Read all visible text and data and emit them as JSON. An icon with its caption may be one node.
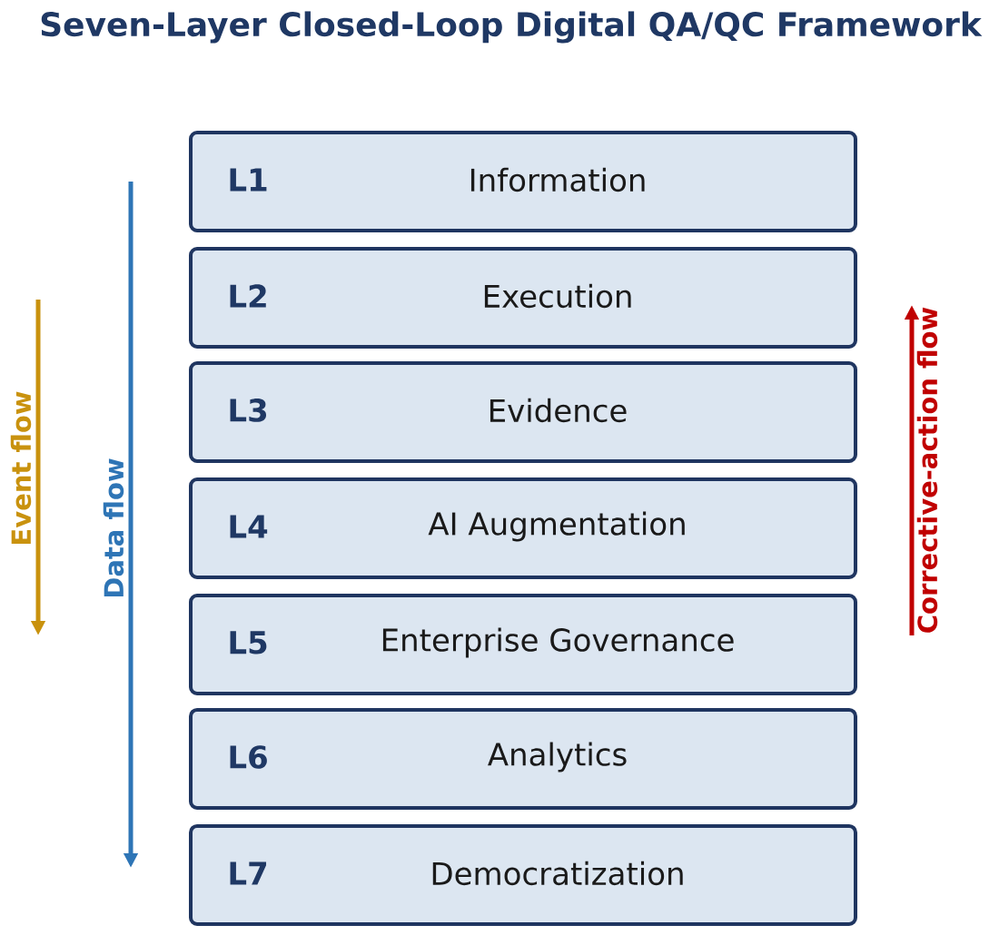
{
  "diagram": {
    "title": "Seven-Layer Closed-Loop Digital QA/QC Framework",
    "nodes": [
      {
        "text": [
          "L1",
          "Information"
        ]
      },
      {
        "text": [
          "L2",
          "Execution"
        ]
      },
      {
        "text": [
          "L3",
          "Evidence"
        ]
      },
      {
        "text": [
          "L4",
          "AI Augmentation"
        ]
      },
      {
        "text": [
          "L5",
          "Enterprise Governance"
        ]
      },
      {
        "text": [
          "L6",
          "Analytics"
        ]
      },
      {
        "text": [
          "L7",
          "Democratization"
        ]
      }
    ],
    "labels": [
      "Event flow",
      "Data flow",
      "Corrective-action flow"
    ]
  }
}
